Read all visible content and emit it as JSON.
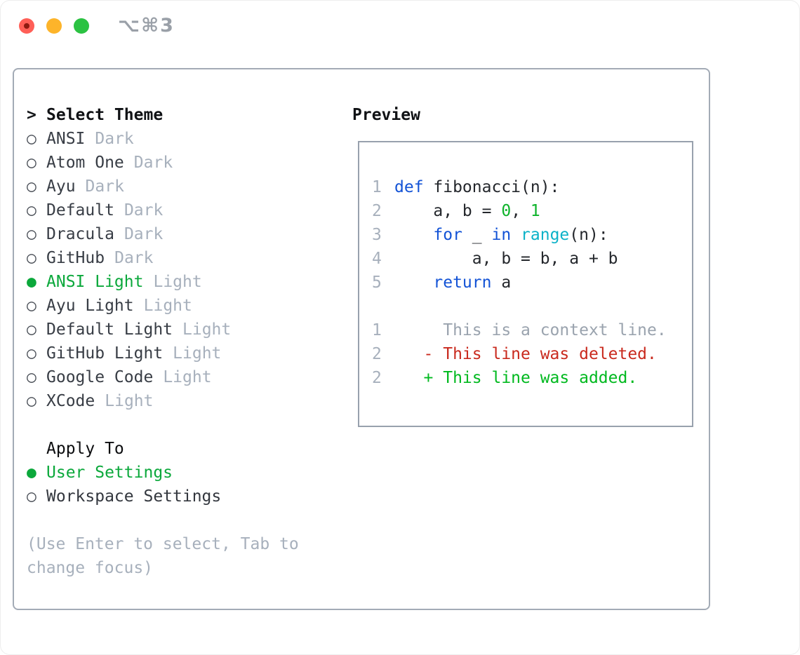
{
  "window": {
    "title": "⌥⌘3",
    "buttons": [
      {
        "name": "close",
        "color": "#ff5f57",
        "dot": true
      },
      {
        "name": "minimize",
        "color": "#fdb42a",
        "dot": false
      },
      {
        "name": "zoom",
        "color": "#2bc242",
        "dot": false
      }
    ]
  },
  "theme_picker": {
    "prompt": ">",
    "title": "Select Theme",
    "markers": {
      "selected": "●",
      "unselected": "○"
    },
    "items": [
      {
        "name": "ANSI",
        "tag": "Dark",
        "selected": false
      },
      {
        "name": "Atom One",
        "tag": "Dark",
        "selected": false
      },
      {
        "name": "Ayu",
        "tag": "Dark",
        "selected": false
      },
      {
        "name": "Default",
        "tag": "Dark",
        "selected": false
      },
      {
        "name": "Dracula",
        "tag": "Dark",
        "selected": false
      },
      {
        "name": "GitHub",
        "tag": "Dark",
        "selected": false
      },
      {
        "name": "ANSI Light",
        "tag": "Light",
        "selected": true
      },
      {
        "name": "Ayu Light",
        "tag": "Light",
        "selected": false
      },
      {
        "name": "Default Light",
        "tag": "Light",
        "selected": false
      },
      {
        "name": "GitHub Light",
        "tag": "Light",
        "selected": false
      },
      {
        "name": "Google Code",
        "tag": "Light",
        "selected": false
      },
      {
        "name": "XCode",
        "tag": "Light",
        "selected": false
      }
    ],
    "apply_to": {
      "title": "Apply To",
      "options": [
        {
          "label": "User Settings",
          "selected": true
        },
        {
          "label": "Workspace Settings",
          "selected": false
        }
      ]
    },
    "hint_lines": [
      "(Use Enter to select, Tab to",
      "change focus)"
    ]
  },
  "preview": {
    "title": "Preview",
    "lines": [
      {
        "num": "1",
        "tokens": [
          {
            "text": "def",
            "style": "keyword"
          },
          {
            "text": " fibonacci(n):",
            "style": "plain"
          }
        ]
      },
      {
        "num": "2",
        "tokens": [
          {
            "text": "    a, b = ",
            "style": "plain"
          },
          {
            "text": "0",
            "style": "number"
          },
          {
            "text": ", ",
            "style": "plain"
          },
          {
            "text": "1",
            "style": "number"
          }
        ]
      },
      {
        "num": "3",
        "tokens": [
          {
            "text": "    ",
            "style": "plain"
          },
          {
            "text": "for",
            "style": "keyword"
          },
          {
            "text": " _ ",
            "style": "plain"
          },
          {
            "text": "in",
            "style": "keyword"
          },
          {
            "text": " ",
            "style": "plain"
          },
          {
            "text": "range",
            "style": "function"
          },
          {
            "text": "(n):",
            "style": "plain"
          }
        ]
      },
      {
        "num": "4",
        "tokens": [
          {
            "text": "        a, b = b, a + b",
            "style": "plain"
          }
        ]
      },
      {
        "num": "5",
        "tokens": [
          {
            "text": "    ",
            "style": "plain"
          },
          {
            "text": "return",
            "style": "keyword"
          },
          {
            "text": " a",
            "style": "plain"
          }
        ]
      },
      {
        "num": "",
        "tokens": []
      },
      {
        "num": "1",
        "tokens": [
          {
            "text": "     This is a context line.",
            "style": "context"
          }
        ]
      },
      {
        "num": "2",
        "tokens": [
          {
            "text": "   - This line was deleted.",
            "style": "deleted"
          }
        ]
      },
      {
        "num": "2",
        "tokens": [
          {
            "text": "   + This line was added.",
            "style": "added"
          }
        ]
      }
    ]
  },
  "colors": {
    "accent_green": "#0ba83b",
    "keyword_blue": "#1353d6",
    "function_cyan": "#0cb2c8",
    "number_green": "#0db32a",
    "deleted_red": "#c92a1e",
    "added_green": "#00b91f",
    "muted_gray": "#a7b0bc"
  }
}
